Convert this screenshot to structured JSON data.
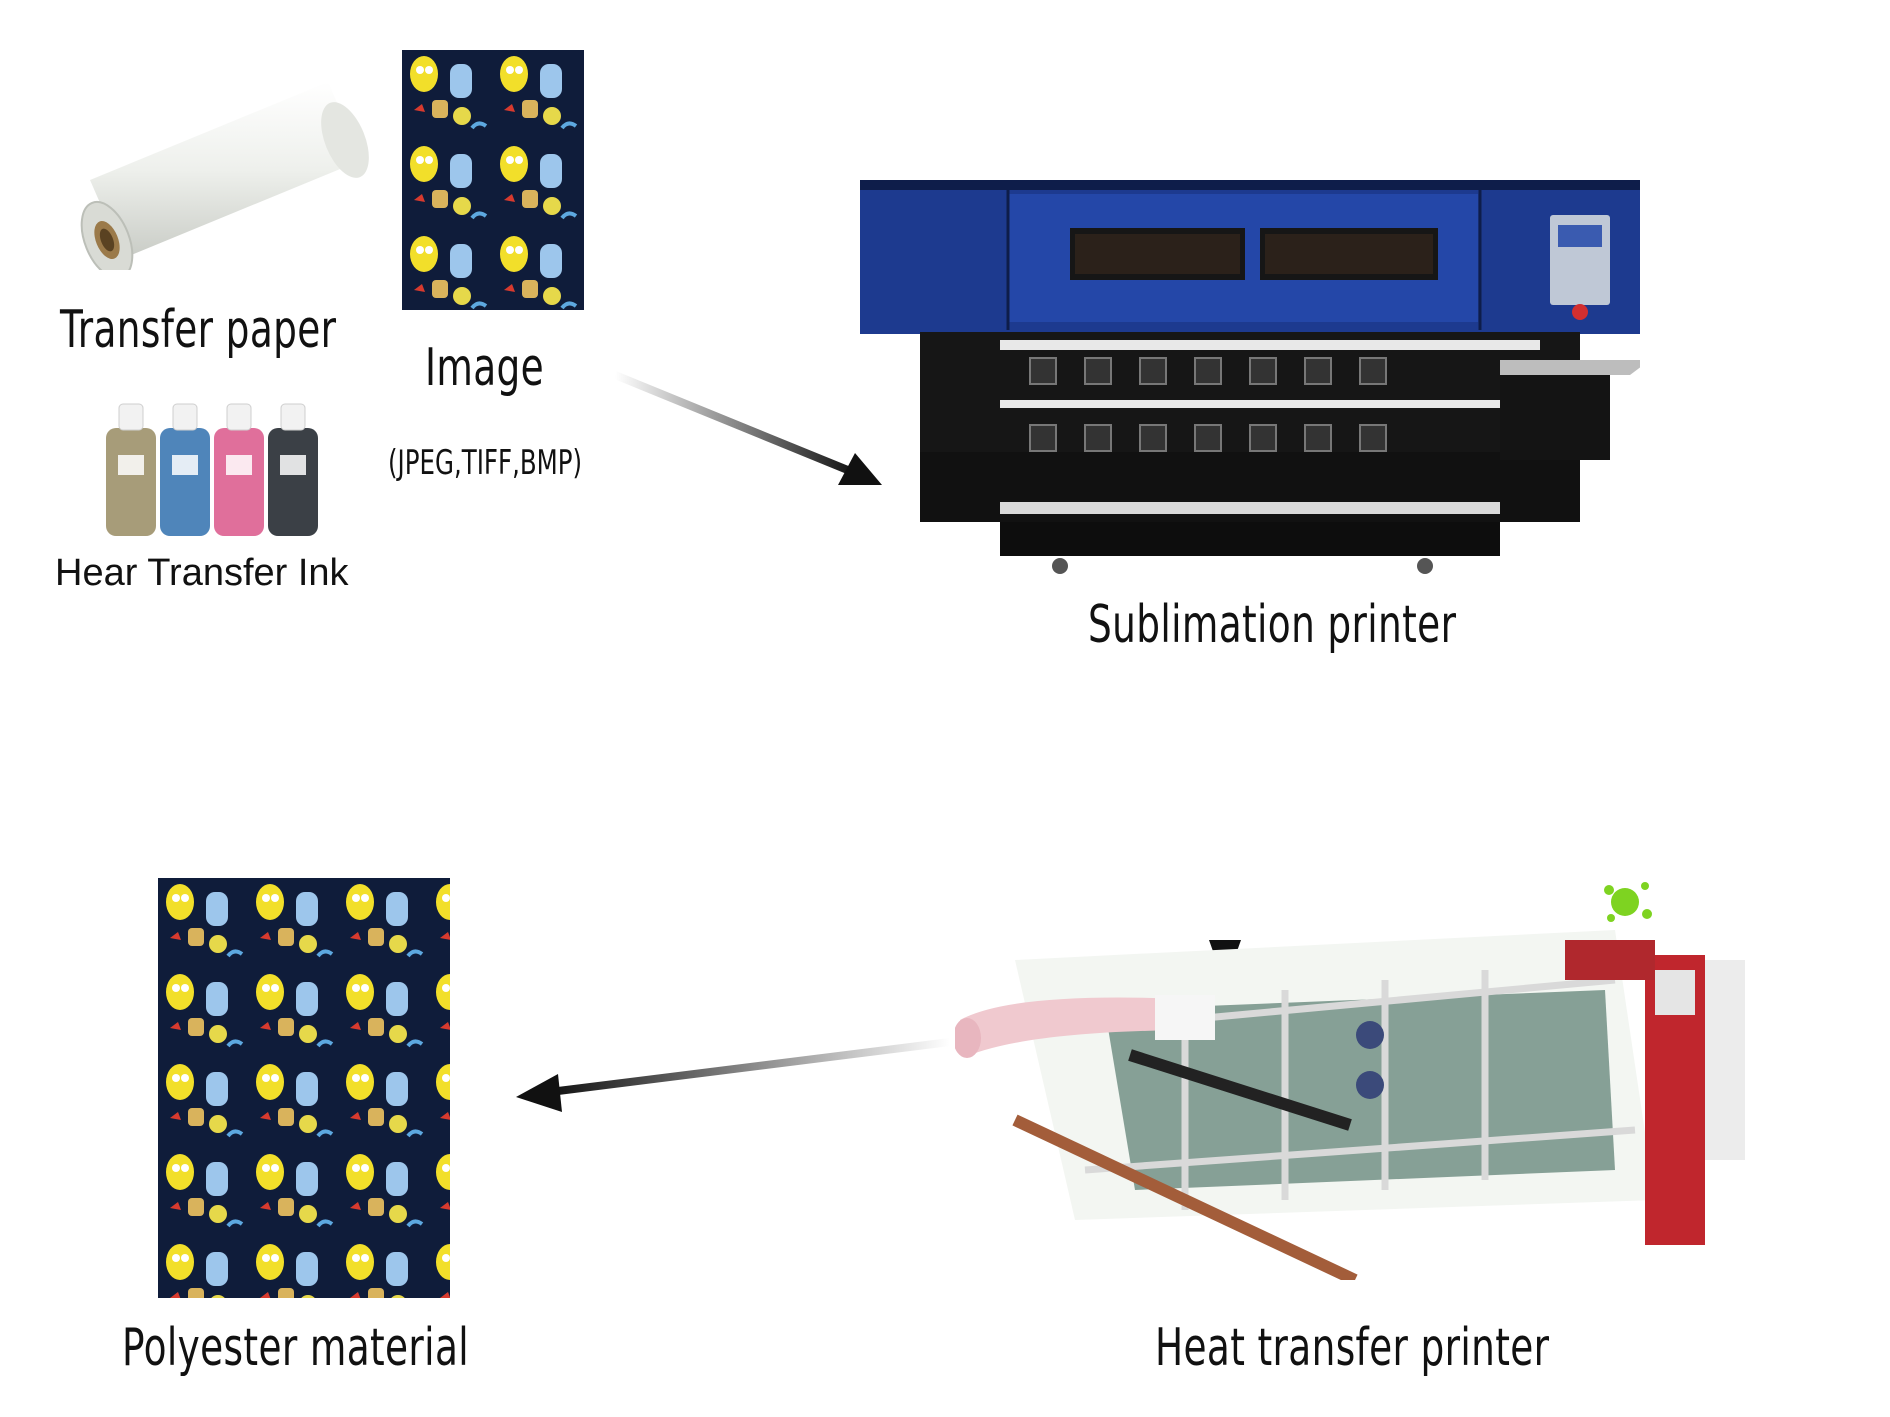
{
  "labels": {
    "transfer_paper": "Transfer paper",
    "image": "Image",
    "formats": "(JPEG,TIFF,BMP)",
    "ink": "Hear Transfer Ink",
    "sublimation_printer": "Sublimation printer",
    "polyester": "Polyester material",
    "heat_transfer_printer": "Heat transfer printer"
  },
  "colors": {
    "printer_blue": "#1d3a8f",
    "printer_black": "#161616",
    "calender_red": "#c0262d",
    "fabric_navy": "#0f1c3a",
    "splash_green": "#7ed321"
  },
  "ink_bottles": [
    {
      "name": "yellow",
      "color": "#a79c79"
    },
    {
      "name": "cyan",
      "color": "#4f85ba"
    },
    {
      "name": "magenta",
      "color": "#e06f9b"
    },
    {
      "name": "black",
      "color": "#3b4046"
    }
  ]
}
